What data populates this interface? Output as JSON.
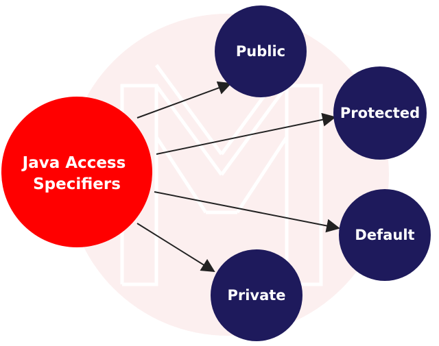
{
  "diagram": {
    "center": {
      "label_lines": [
        "Java Access",
        "Specifiers"
      ],
      "color": "#ff0000"
    },
    "nodes": [
      {
        "id": "public",
        "label": "Public"
      },
      {
        "id": "protected",
        "label": "Protected"
      },
      {
        "id": "default",
        "label": "Default"
      },
      {
        "id": "private",
        "label": "Private"
      }
    ],
    "node_color": "#1e1a5c",
    "arrow_color": "#222222",
    "watermark": {
      "circle_color": "#fcefef",
      "stroke_color": "#ffffff",
      "letter": "M"
    }
  }
}
